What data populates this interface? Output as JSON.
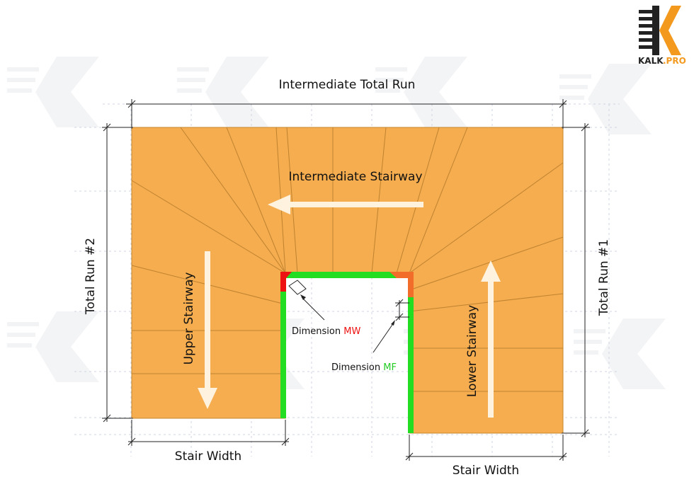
{
  "brand": {
    "name_main": "KALK",
    "name_suffix": ".PRO"
  },
  "labels": {
    "intermediate_total_run": "Intermediate Total Run",
    "intermediate_stairway": "Intermediate Stairway",
    "upper_stairway": "Upper Stairway",
    "lower_stairway": "Lower Stairway",
    "total_run_2": "Total Run #2",
    "total_run_1": "Total Run #1",
    "stair_width_left": "Stair Width",
    "stair_width_right": "Stair Width",
    "dimension_mw_prefix": "Dimension ",
    "dimension_mw_code": "MW",
    "dimension_mf_prefix": "Dimension ",
    "dimension_mf_code": "MF"
  },
  "colors": {
    "stair_fill": "#f5ad4f",
    "arrow": "#fff3df",
    "stringer_green": "#22dd22",
    "corner_red": "#ee1111",
    "corner_orange": "#f26d2a",
    "mw_code": "#ee1111",
    "mf_code": "#22cc22",
    "brand_orange": "#f39a1e"
  }
}
